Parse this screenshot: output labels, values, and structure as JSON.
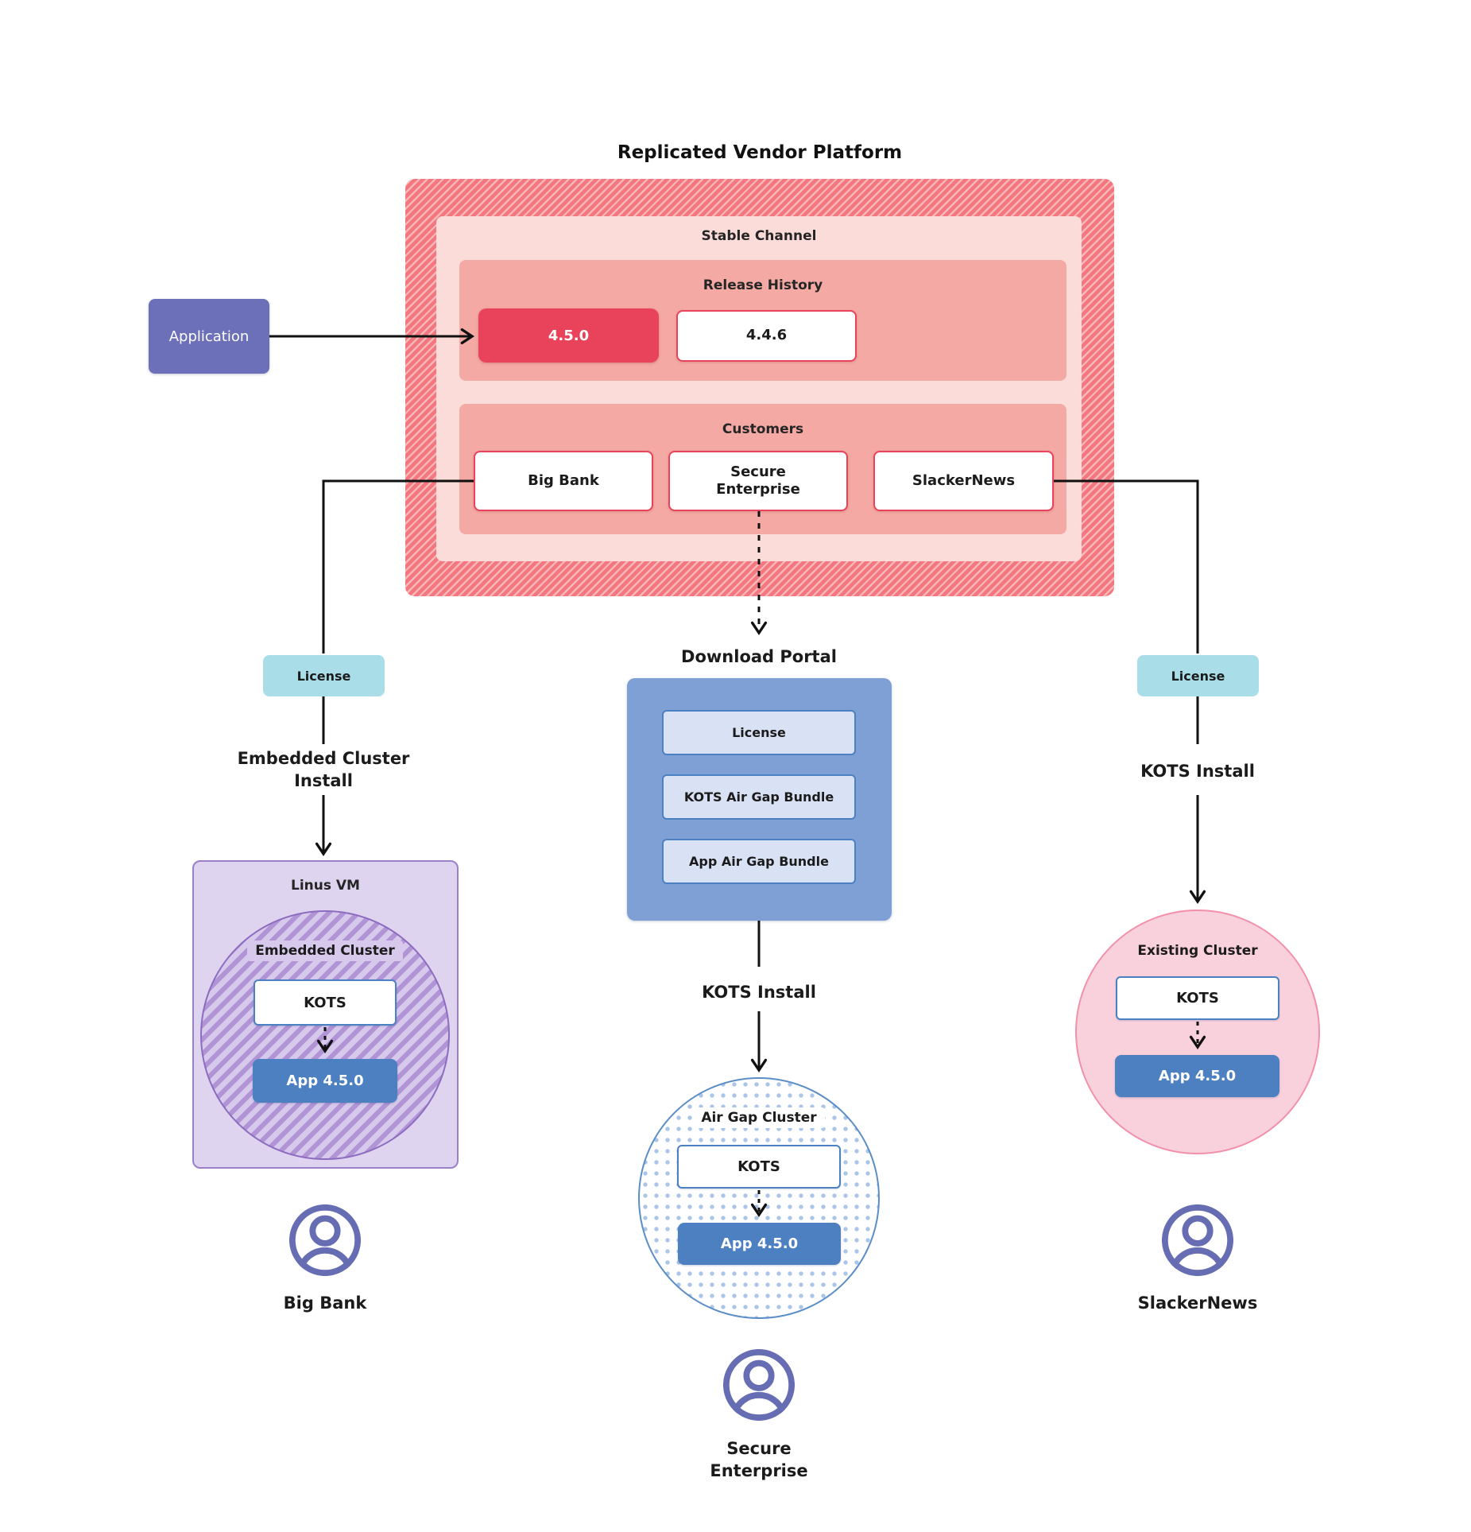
{
  "title": "Replicated Vendor Platform",
  "platform": {
    "stable_channel_label": "Stable Channel",
    "release_history_label": "Release History",
    "releases": [
      {
        "version": "4.5.0",
        "highlighted": true
      },
      {
        "version": "4.4.6",
        "highlighted": false
      }
    ],
    "customers_label": "Customers",
    "customers": [
      "Big Bank",
      "Secure Enterprise",
      "SlackerNews"
    ]
  },
  "application": {
    "label": "Application"
  },
  "flows": {
    "embedded": {
      "license_label": "License",
      "install_label": "Embedded Cluster Install",
      "vm_label": "Linus VM",
      "cluster_label": "Embedded Cluster",
      "kots_label": "KOTS",
      "app_label": "App 4.5.0",
      "customer_label": "Big Bank"
    },
    "airgap": {
      "portal_label": "Download Portal",
      "portal_items": [
        "License",
        "KOTS Air Gap Bundle",
        "App Air Gap Bundle"
      ],
      "install_label": "KOTS Install",
      "cluster_label": "Air Gap Cluster",
      "kots_label": "KOTS",
      "app_label": "App 4.5.0",
      "customer_label": "Secure Enterprise"
    },
    "existing": {
      "license_label": "License",
      "install_label": "KOTS Install",
      "cluster_label": "Existing Cluster",
      "kots_label": "KOTS",
      "app_label": "App 4.5.0",
      "customer_label": "SlackerNews"
    }
  },
  "colors": {
    "red_accent": "#e8435a",
    "hatch_red_base": "#f4767f",
    "hatch_red_stripe": "#f8b7b9",
    "stable_pink": "#fbdcd8",
    "section_salmon": "#f5a9a4",
    "application_purple": "#6b70b9",
    "license_teal": "#a9dee9",
    "vm_fill": "#ded4ef",
    "vm_border": "#9b80c9",
    "kots_border_blue": "#4b81c2",
    "app_blue": "#4c80c1",
    "portal_blue": "#7fa0d4",
    "portal_item_fill": "#d9e1f5",
    "airgap_border": "#5b8dc6",
    "existing_pink": "#f9d1dc",
    "existing_border": "#f290ab",
    "user_icon_purple": "#666db3",
    "line_black": "#111111"
  }
}
